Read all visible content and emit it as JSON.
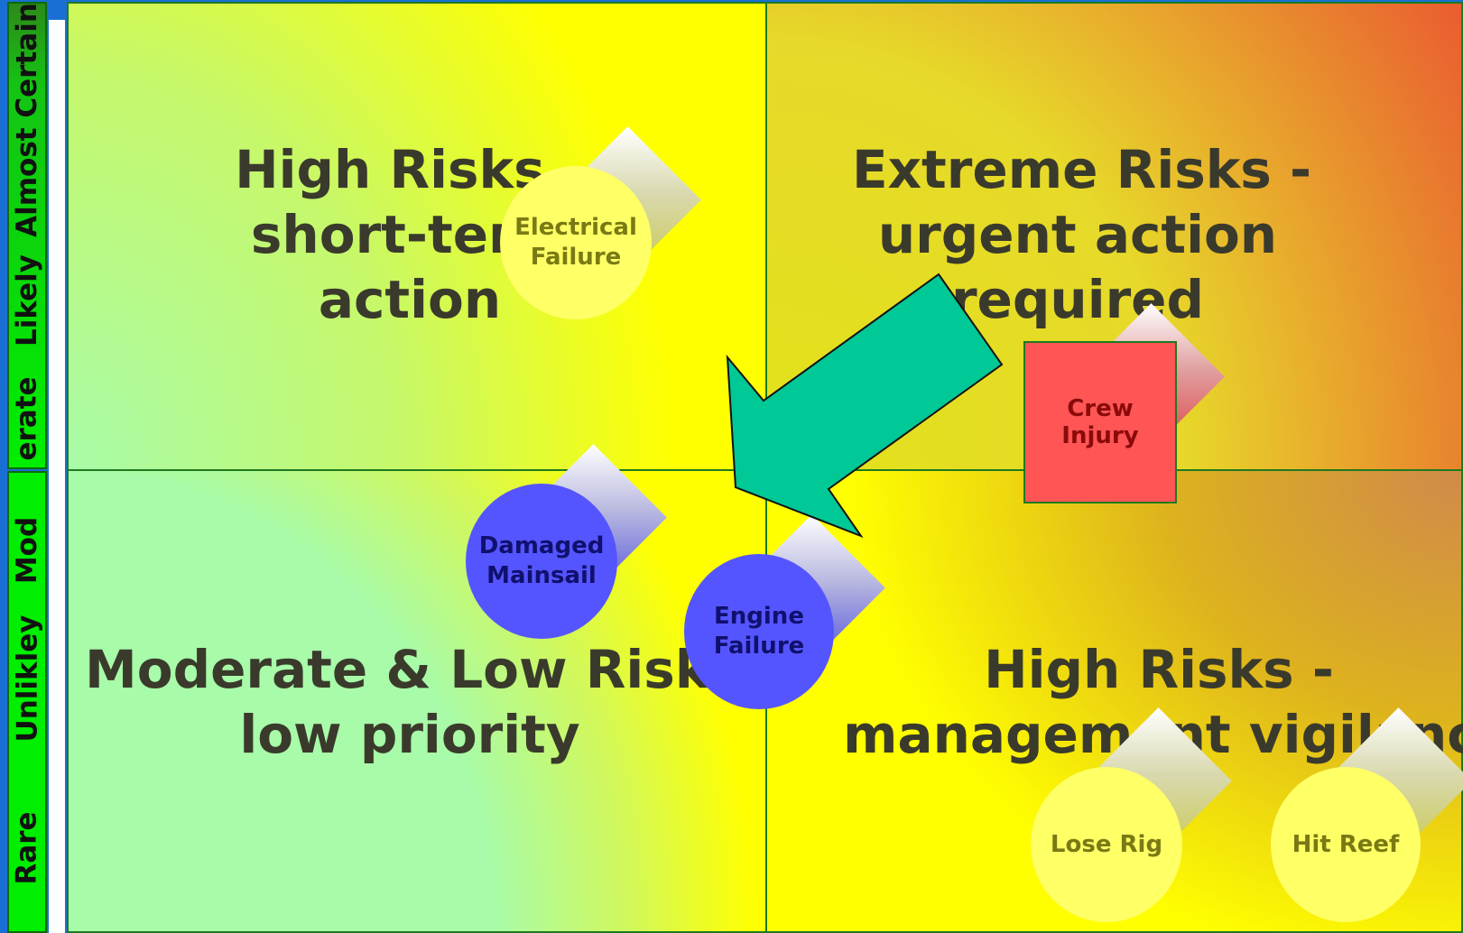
{
  "axis": {
    "labels": [
      "Almost Certain",
      "Likely",
      "erate",
      "Mod",
      "Unlikley",
      "Rare"
    ]
  },
  "quadrants": {
    "top_left": {
      "line1": "High Risks -",
      "line2": "short-term",
      "line3": "action"
    },
    "top_right": {
      "line1": "Extreme Risks -",
      "line2": "urgent action",
      "line3": "required"
    },
    "bottom_left": {
      "line1": "Moderate & Low Risks",
      "line2": "low priority"
    },
    "bottom_right": {
      "line1": "High Risks -",
      "line2": "management vigilance"
    }
  },
  "risks": [
    {
      "line1": "Electrical",
      "line2": "Failure",
      "color": "#ffff66",
      "text_color": "#7a7a14"
    },
    {
      "line1": "Crew Injury",
      "line2": "",
      "color": "#ff5555",
      "text_color": "#8a0a0a"
    },
    {
      "line1": "Damaged",
      "line2": "Mainsail",
      "color": "#5555ff",
      "text_color": "#10106e"
    },
    {
      "line1": "Engine",
      "line2": "Failure",
      "color": "#5555ff",
      "text_color": "#10106e"
    },
    {
      "line1": "Lose Rig",
      "line2": "",
      "color": "#ffff66",
      "text_color": "#7a7a14"
    },
    {
      "line1": "Hit Reef",
      "line2": "",
      "color": "#ffff66",
      "text_color": "#7a7a14"
    }
  ],
  "arrow": {
    "color": "#00c896"
  }
}
